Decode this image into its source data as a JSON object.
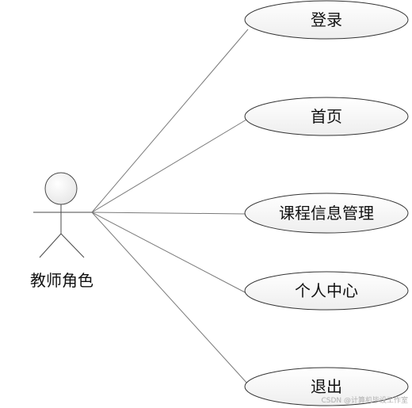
{
  "actor": {
    "label": "教师角色"
  },
  "use_cases": [
    {
      "label": "登录"
    },
    {
      "label": "首页"
    },
    {
      "label": "课程信息管理"
    },
    {
      "label": "个人中心"
    },
    {
      "label": "退出"
    }
  ],
  "watermark": "CSDN @计算机毕设工作室",
  "colors": {
    "line": "#7a7a7a",
    "ellipse_fill_light": "#ffffff",
    "ellipse_fill_dark": "#eeeeee",
    "outline": "#333333"
  }
}
